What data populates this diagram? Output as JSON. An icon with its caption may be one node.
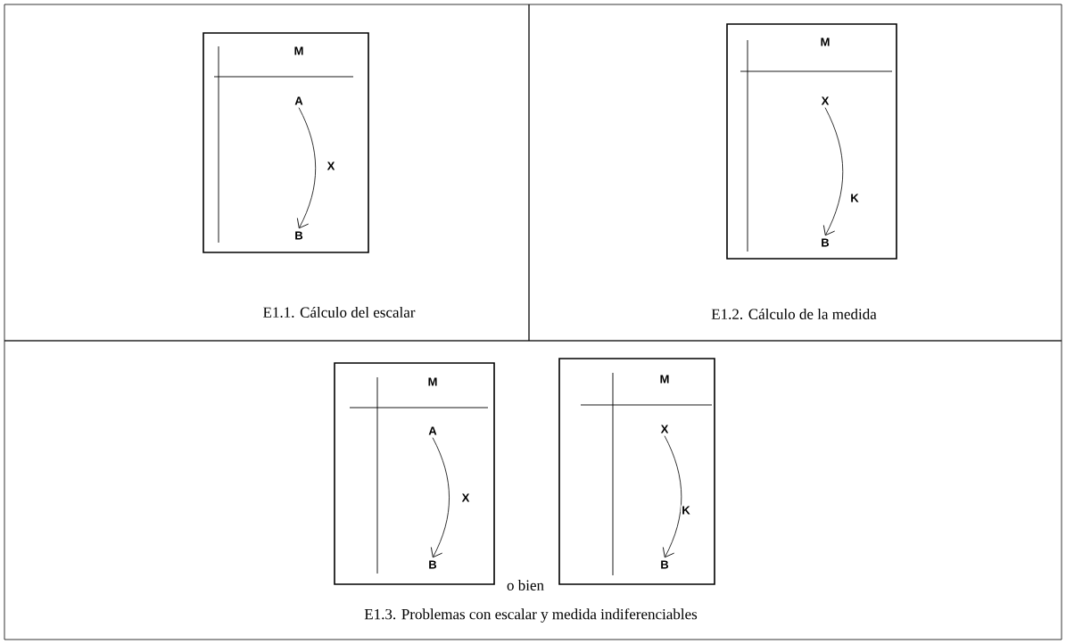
{
  "diagram": {
    "nodes": [
      {
        "text": [
          "E1.1. Cálculo del escalar"
        ]
      },
      {
        "text": [
          "M"
        ],
        "in": 0
      },
      {
        "text": [
          "A"
        ],
        "in": 1
      },
      {
        "text": [
          "B"
        ],
        "in": 1
      },
      {
        "text": [
          "E1.2. Cálculo de la medida"
        ]
      },
      {
        "text": [
          "M"
        ],
        "in": 4
      },
      {
        "text": [
          "X"
        ],
        "in": 5
      },
      {
        "text": [
          "B"
        ],
        "in": 5
      },
      {
        "text": [
          "E1.3. Problemas con escalar y medida indiferenciables"
        ]
      },
      {
        "text": [
          "M"
        ],
        "in": 8
      },
      {
        "text": [
          "A"
        ],
        "in": 9
      },
      {
        "text": [
          "B"
        ],
        "in": 9
      },
      {
        "text": [
          "M"
        ],
        "in": 8
      },
      {
        "text": [
          "X"
        ],
        "in": 12
      },
      {
        "text": [
          "B"
        ],
        "in": 12
      }
    ],
    "edges": [
      {
        "from": 2,
        "to": 3,
        "arrow": "to",
        "label": "X"
      },
      {
        "from": 6,
        "to": 7,
        "arrow": "to",
        "label": "K"
      },
      {
        "from": 10,
        "to": 11,
        "arrow": "to",
        "label": "X"
      },
      {
        "from": 13,
        "to": 14,
        "arrow": "to",
        "label": "K"
      }
    ],
    "labels": [
      "o bien"
    ]
  }
}
